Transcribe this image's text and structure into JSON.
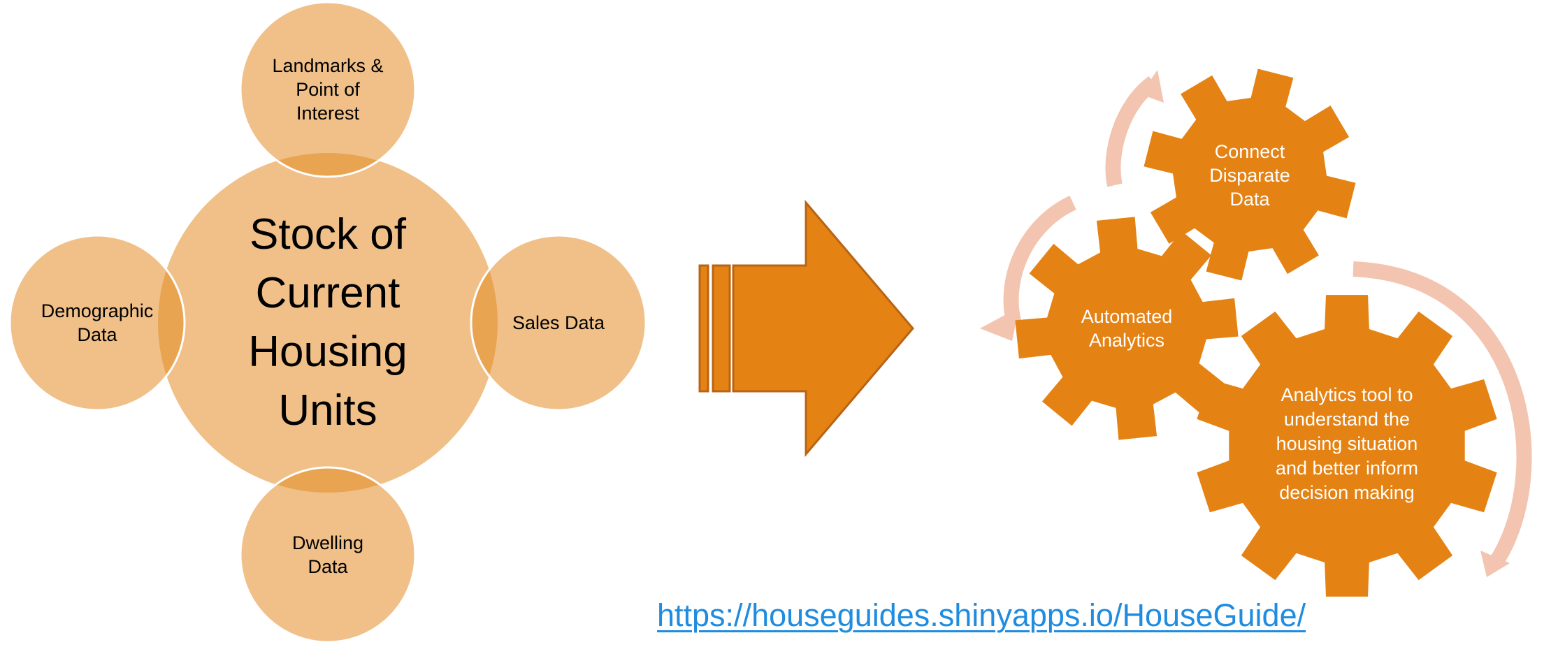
{
  "center": {
    "label": "Stock of\nCurrent\nHousing\nUnits"
  },
  "satellites": {
    "top": "Landmarks &\nPoint of\nInterest",
    "left": "Demographic\nData",
    "right": "Sales Data",
    "bottom": "Dwelling\nData"
  },
  "gears": {
    "connect": "Connect\nDisparate\nData",
    "automated": "Automated\nAnalytics",
    "tool": "Analytics tool to\nunderstand the\nhousing situation\nand better inform\ndecision making"
  },
  "link": {
    "text": "https://houseguides.shinyapps.io/HouseGuide/"
  },
  "colors": {
    "circle": "#f0c088",
    "circle_overlap": "#e8a450",
    "orange": "#e48214",
    "cycle_arrow": "#f3c4b0",
    "link": "#1f8ce0"
  }
}
